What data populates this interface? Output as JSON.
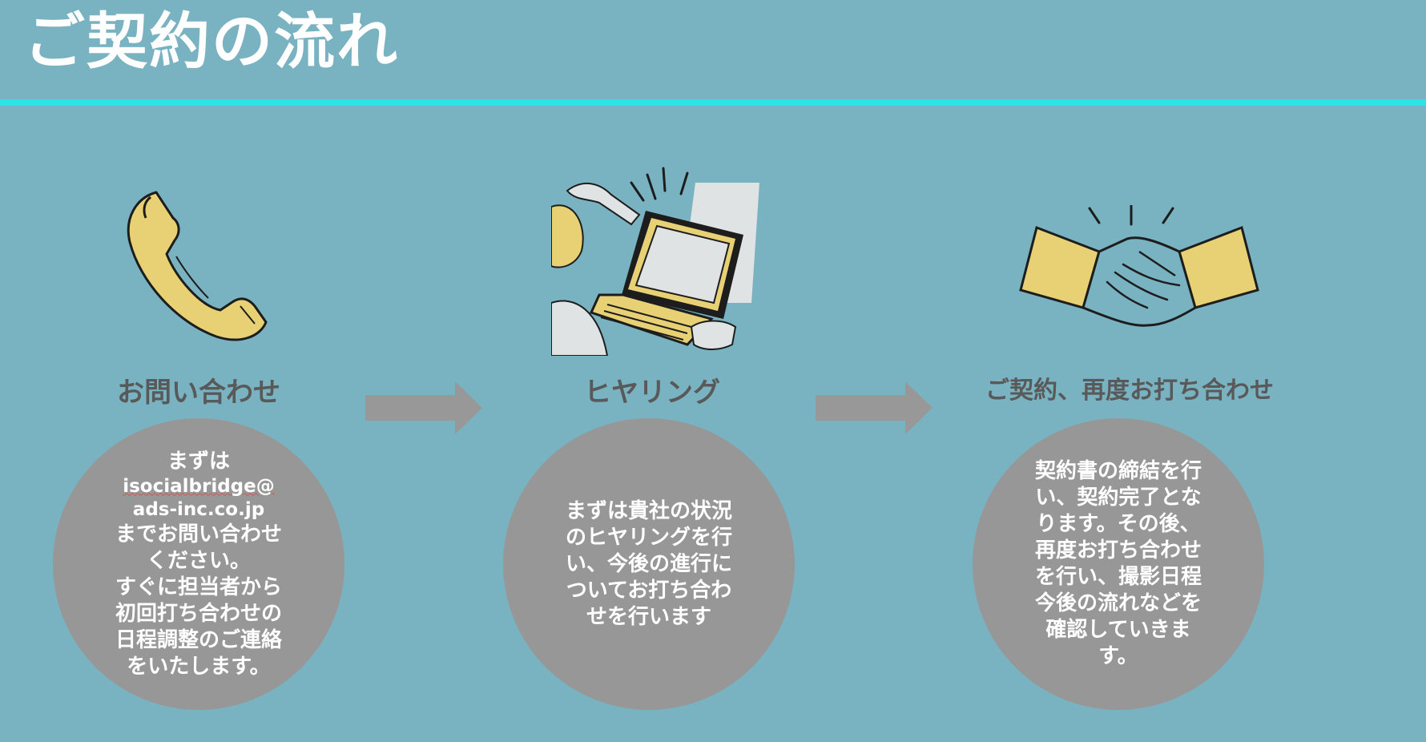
{
  "header": {
    "title": "ご契約の流れ"
  },
  "colors": {
    "background": "#79b3c2",
    "rule": "#2de3e6",
    "circle": "#979797",
    "accent_yellow": "#e8d175",
    "arrow": "#989898"
  },
  "steps": [
    {
      "icon": "phone-icon",
      "title": "お問い合わせ",
      "lines": [
        "まずは",
        "isocialbridge@",
        "ads-inc.co.jp",
        "までお問い合わせ",
        "ください。",
        "すぐに担当者から",
        "初回打ち合わせの",
        "日程調整のご連絡",
        "をいたします。"
      ]
    },
    {
      "icon": "laptop-meeting-icon",
      "title": "ヒヤリング",
      "lines": [
        "まずは貴社の状況",
        "のヒヤリングを行",
        "い、今後の進行に",
        "ついてお打ち合わ",
        "せを行います"
      ]
    },
    {
      "icon": "handshake-icon",
      "title": "ご契約、再度お打ち合わせ",
      "lines": [
        "契約書の締結を行",
        "い、契約完了とな",
        "ります。その後、",
        "再度お打ち合わせ",
        "を行い、撮影日程",
        "今後の流れなどを",
        "確認していきま",
        "す。"
      ]
    }
  ]
}
